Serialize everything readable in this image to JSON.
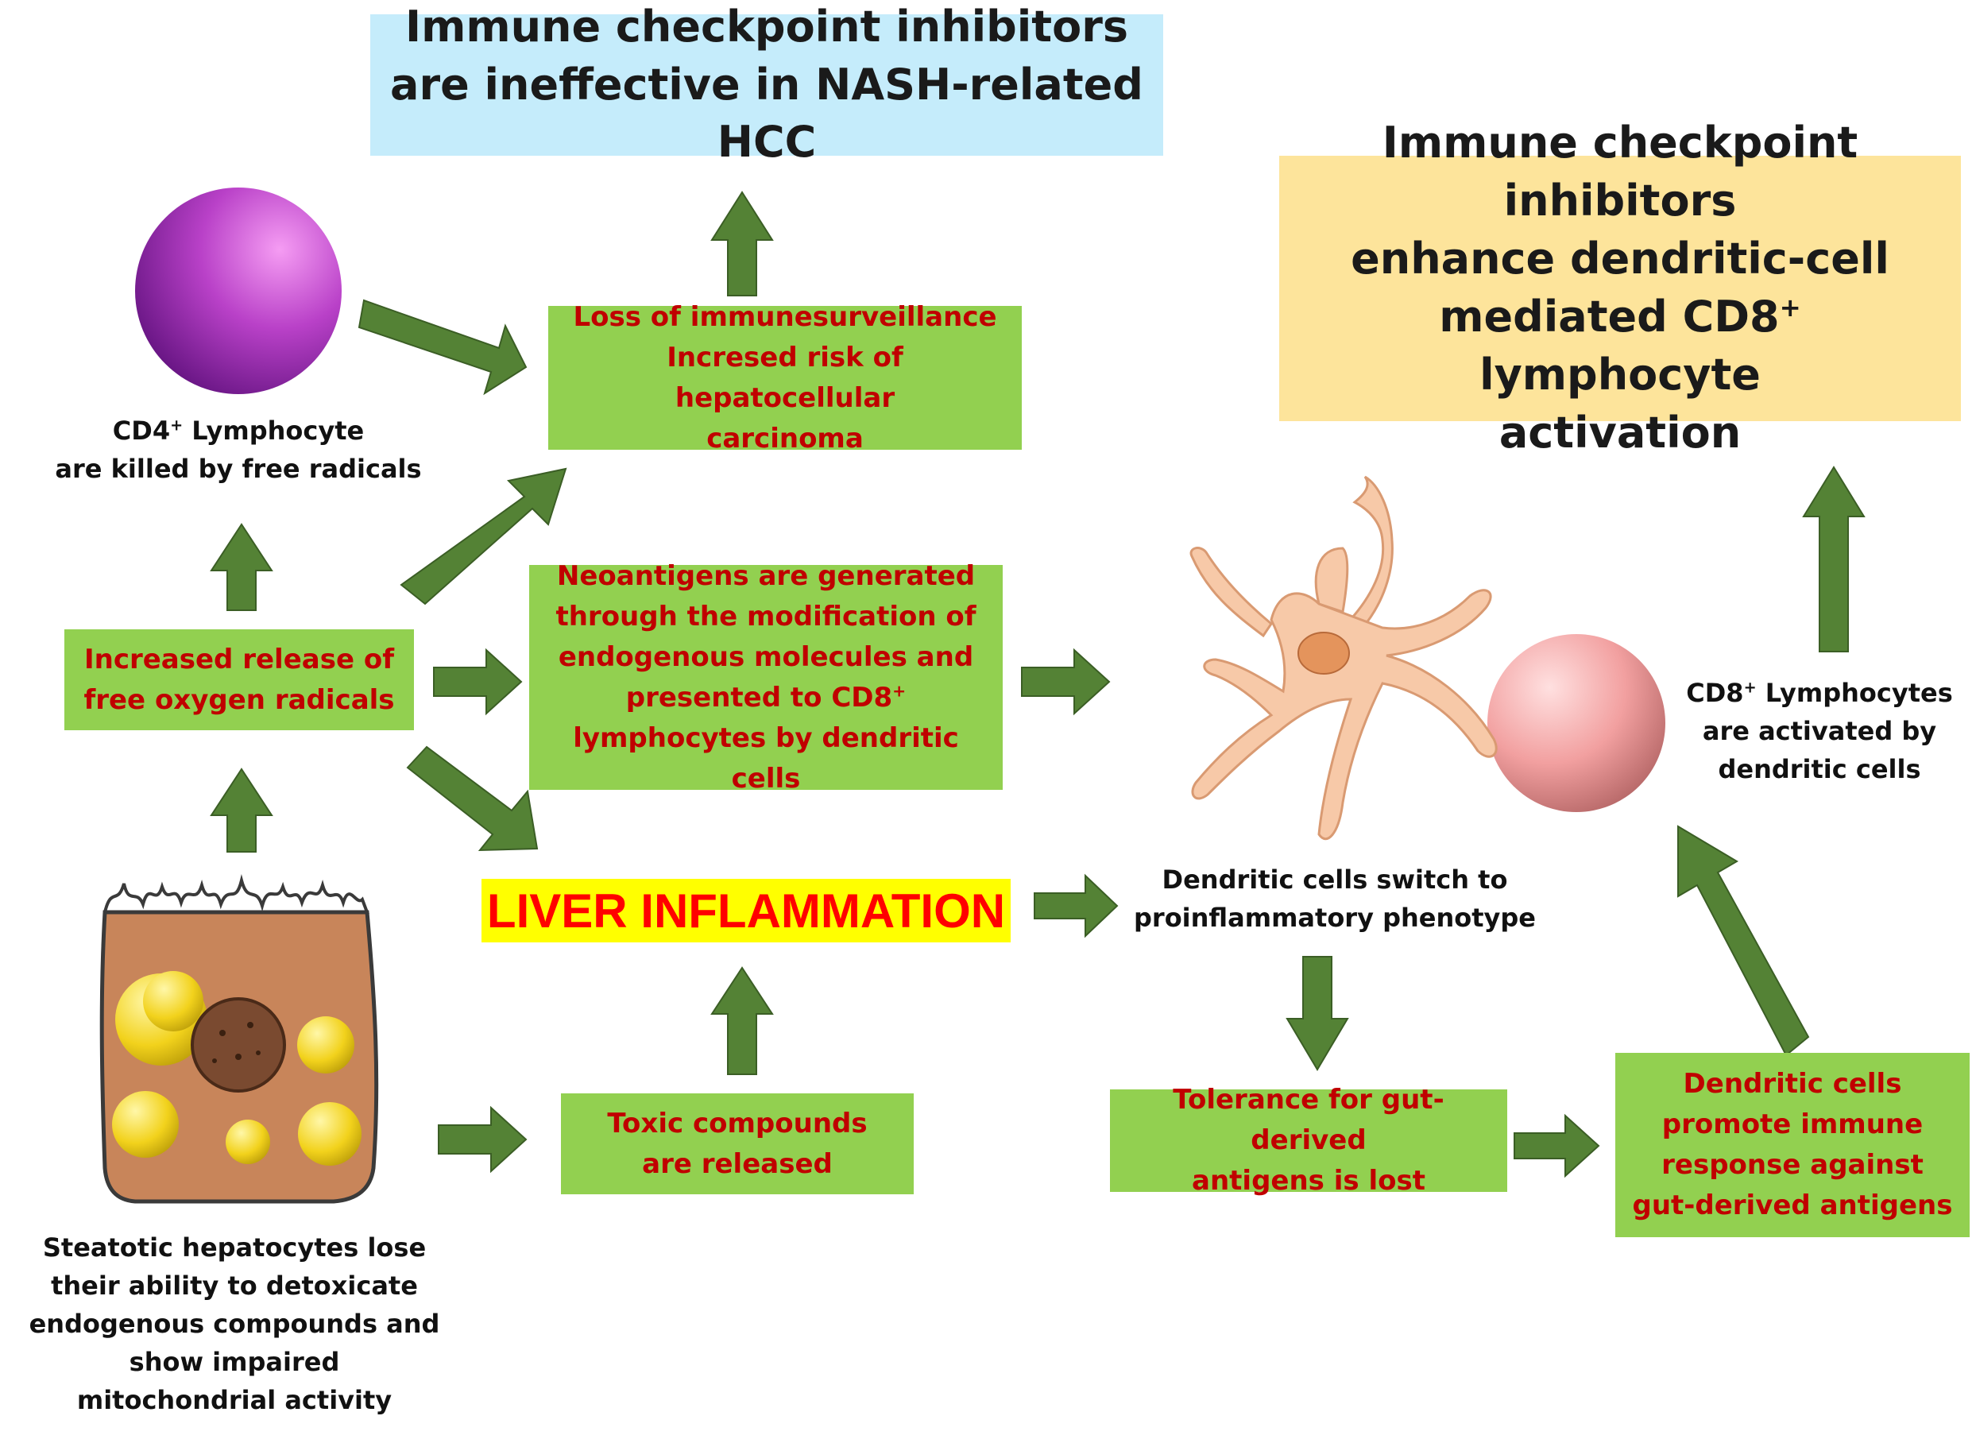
{
  "colors": {
    "green_box": "#92d050",
    "red_text": "#c00000",
    "arrow": "#548235",
    "title_left_bg": "#c5ecfb",
    "title_right_bg": "#fde49b",
    "inflammation_bg": "#ffff00",
    "inflammation_text": "#ff0000"
  },
  "titles": {
    "left": {
      "line1": "Immune checkpoint inhibitors",
      "line2": "are ineffective in NASH-related HCC"
    },
    "right": {
      "line1": "Immune checkpoint inhibitors",
      "line2": "enhance dendritic-cell",
      "line3_pre": "mediated CD8",
      "line3_sup": "+",
      "line3_post": " lymphocyte",
      "line4": "activation"
    }
  },
  "boxes": {
    "immunosurveillance": {
      "line1": "Loss of immunesurveillance",
      "line2": "Incresed risk of hepatocellular",
      "line3": "carcinoma"
    },
    "radicals": {
      "line1": "Increased release of",
      "line2": "free oxygen radicals"
    },
    "neoantigens": {
      "line1": "Neoantigens are generated",
      "line2": "through the modification of",
      "line3": "endogenous molecules and",
      "line4_pre": "presented to CD8",
      "line4_sup": "+",
      "line5": "lymphocytes by dendritic cells"
    },
    "inflammation": "LIVER INFLAMMATION",
    "toxic": {
      "line1": "Toxic compounds",
      "line2": "are released"
    },
    "tolerance": {
      "line1": "Tolerance for gut-derived",
      "line2": "antigens is lost"
    },
    "promote": {
      "line1": "Dendritic cells",
      "line2": "promote immune",
      "line3": "response against",
      "line4": "gut-derived antigens"
    }
  },
  "captions": {
    "cd4": {
      "line1_pre": "CD4",
      "line1_sup": "+",
      "line1_post": " Lymphocyte",
      "line2": "are killed by free radicals"
    },
    "cd8": {
      "line1_pre": "CD8",
      "line1_sup": "+",
      "line1_post": " Lymphocytes",
      "line2": "are activated by",
      "line3": "dendritic cells"
    },
    "dendritic": {
      "line1": "Dendritic cells switch to",
      "line2": "proinflammatory phenotype"
    },
    "hepatocyte": {
      "line1": "Steatotic hepatocytes lose",
      "line2": "their ability to detoxicate",
      "line3": "endogenous compounds and",
      "line4": "show impaired",
      "line5": "mitochondrial activity"
    }
  }
}
